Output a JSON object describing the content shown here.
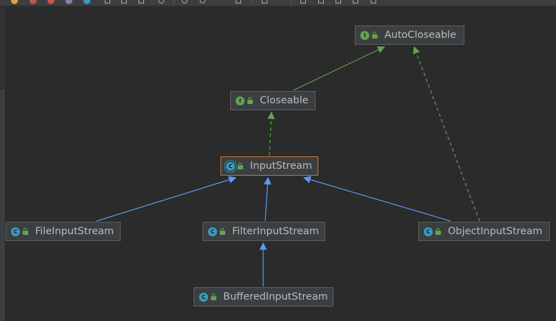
{
  "diagram": {
    "nodes": [
      {
        "id": "AutoCloseable",
        "label": "AutoCloseable",
        "kind": "interface",
        "kind_glyph": "I",
        "icon": "interface-icon"
      },
      {
        "id": "Closeable",
        "label": "Closeable",
        "kind": "interface",
        "kind_glyph": "I",
        "icon": "interface-icon"
      },
      {
        "id": "InputStream",
        "label": "InputStream",
        "kind": "abstract-class",
        "kind_glyph": "C",
        "icon": "abstract-class-icon",
        "selected": true
      },
      {
        "id": "FileInputStream",
        "label": "FileInputStream",
        "kind": "class",
        "kind_glyph": "C",
        "icon": "class-icon"
      },
      {
        "id": "FilterInputStream",
        "label": "FilterInputStream",
        "kind": "class",
        "kind_glyph": "C",
        "icon": "class-icon"
      },
      {
        "id": "ObjectInputStream",
        "label": "ObjectInputStream",
        "kind": "class",
        "kind_glyph": "C",
        "icon": "class-icon"
      },
      {
        "id": "BufferedInputStream",
        "label": "BufferedInputStream",
        "kind": "class",
        "kind_glyph": "C",
        "icon": "class-icon"
      }
    ],
    "edges": [
      {
        "from": "Closeable",
        "to": "AutoCloseable",
        "type": "extends-interface"
      },
      {
        "from": "InputStream",
        "to": "Closeable",
        "type": "implements"
      },
      {
        "from": "ObjectInputStream",
        "to": "AutoCloseable",
        "type": "implements"
      },
      {
        "from": "FileInputStream",
        "to": "InputStream",
        "type": "extends"
      },
      {
        "from": "FilterInputStream",
        "to": "InputStream",
        "type": "extends"
      },
      {
        "from": "ObjectInputStream",
        "to": "InputStream",
        "type": "extends"
      },
      {
        "from": "BufferedInputStream",
        "to": "FilterInputStream",
        "type": "extends"
      }
    ]
  },
  "colors": {
    "background": "#2b2b2b",
    "node_fill": "#3c3f41",
    "node_border": "#5e6060",
    "node_text": "#bbbbbb",
    "selected_border": "#cc7832",
    "interface_badge": "#62a252",
    "class_badge": "#3c9bbf",
    "extends_edge": "#589df6",
    "interface_extends_edge": "#62a252",
    "implements_edge": "#62a252"
  }
}
